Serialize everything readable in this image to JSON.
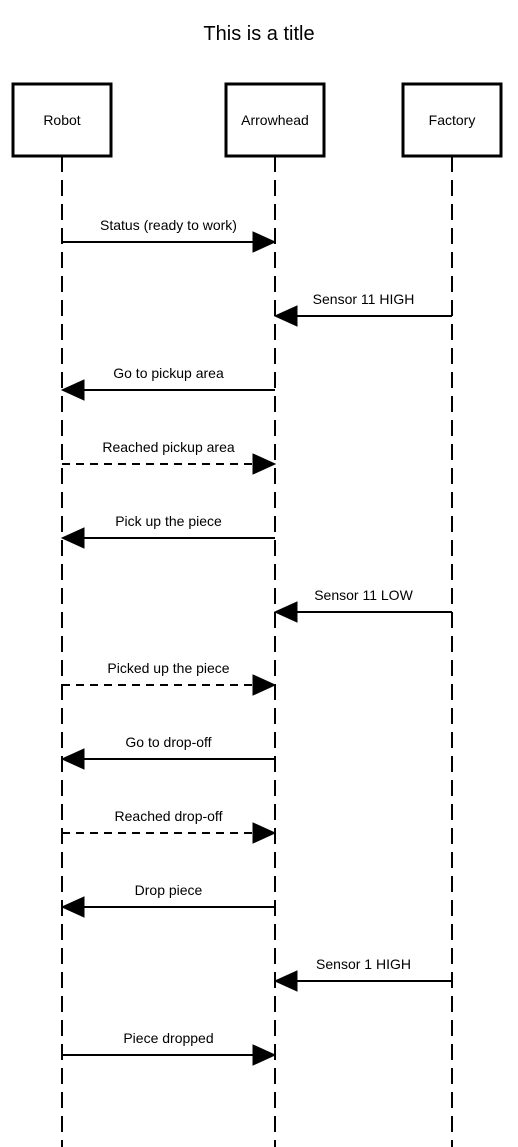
{
  "title": "This is a title",
  "participants": [
    {
      "id": "robot",
      "label": "Robot"
    },
    {
      "id": "arrowhead",
      "label": "Arrowhead"
    },
    {
      "id": "factory",
      "label": "Factory"
    }
  ],
  "messages": [
    {
      "label": "Status (ready to work)",
      "from": "robot",
      "to": "arrowhead",
      "style": "solid"
    },
    {
      "label": "Sensor 11 HIGH",
      "from": "factory",
      "to": "arrowhead",
      "style": "solid"
    },
    {
      "label": "Go to pickup area",
      "from": "arrowhead",
      "to": "robot",
      "style": "solid"
    },
    {
      "label": "Reached pickup area",
      "from": "robot",
      "to": "arrowhead",
      "style": "dashed"
    },
    {
      "label": "Pick up the piece",
      "from": "arrowhead",
      "to": "robot",
      "style": "solid"
    },
    {
      "label": "Sensor 11 LOW",
      "from": "factory",
      "to": "arrowhead",
      "style": "solid"
    },
    {
      "label": "Picked up the piece",
      "from": "robot",
      "to": "arrowhead",
      "style": "dashed"
    },
    {
      "label": "Go to drop-off",
      "from": "arrowhead",
      "to": "robot",
      "style": "solid"
    },
    {
      "label": "Reached drop-off",
      "from": "robot",
      "to": "arrowhead",
      "style": "dashed"
    },
    {
      "label": "Drop piece",
      "from": "arrowhead",
      "to": "robot",
      "style": "solid"
    },
    {
      "label": "Sensor 1 HIGH",
      "from": "factory",
      "to": "arrowhead",
      "style": "solid"
    },
    {
      "label": "Piece dropped",
      "from": "robot",
      "to": "arrowhead",
      "style": "solid"
    }
  ]
}
